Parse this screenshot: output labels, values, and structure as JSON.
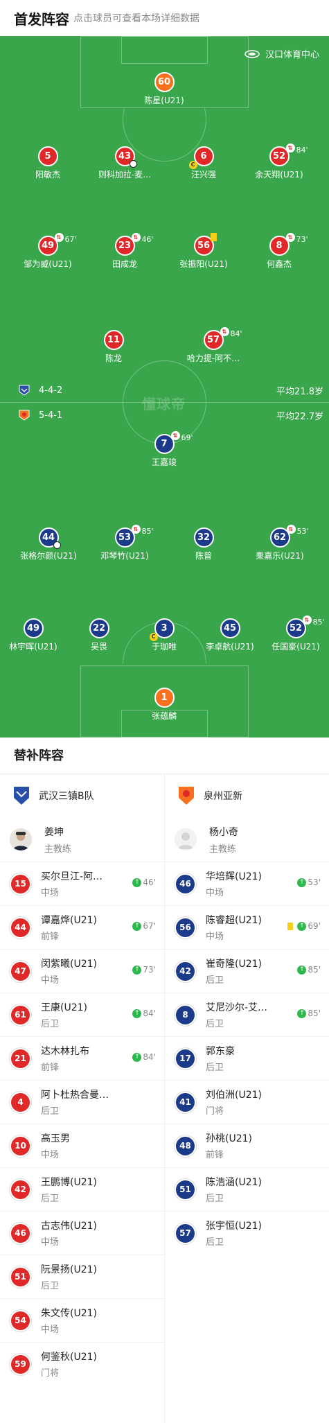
{
  "header": {
    "title": "首发阵容",
    "subtitle": "点击球员可查看本场详细数据"
  },
  "pitch": {
    "stadium": "汉口体育中心",
    "watermark": "懂球帝",
    "home_team": {
      "formation": "4-4-2",
      "avg_age": "平均21.8岁"
    },
    "away_team": {
      "formation": "5-4-1",
      "avg_age": "平均22.7岁"
    }
  },
  "home_players": [
    {
      "num": "60",
      "name": "陈星(U21)",
      "color": "orange"
    },
    {
      "num": "5",
      "name": "阳敏杰",
      "color": "red"
    },
    {
      "num": "43",
      "name": "则科加拉-麦…",
      "color": "red"
    },
    {
      "num": "6",
      "name": "汪兴强",
      "color": "red"
    },
    {
      "num": "52",
      "name": "余天翔(U21)",
      "color": "red",
      "sub_min": "84'"
    },
    {
      "num": "49",
      "name": "邹为威(U21)",
      "color": "red",
      "sub_min": "67'"
    },
    {
      "num": "23",
      "name": "田成龙",
      "color": "red",
      "sub_min": "46'"
    },
    {
      "num": "56",
      "name": "张振阳(U21)",
      "color": "red"
    },
    {
      "num": "8",
      "name": "何鑫杰",
      "color": "red",
      "sub_min": "73'"
    },
    {
      "num": "11",
      "name": "陈龙",
      "color": "red"
    },
    {
      "num": "57",
      "name": "哈力提-阿不…",
      "color": "red",
      "sub_min": "84'"
    }
  ],
  "away_players": [
    {
      "num": "7",
      "name": "王嘉竣",
      "color": "blue",
      "sub_min": "69'"
    },
    {
      "num": "44",
      "name": "张格尔颜(U21)",
      "color": "blue"
    },
    {
      "num": "53",
      "name": "邓琴竹(U21)",
      "color": "blue",
      "sub_min": "85'"
    },
    {
      "num": "32",
      "name": "陈普",
      "color": "blue"
    },
    {
      "num": "62",
      "name": "栗嘉乐(U21)",
      "color": "blue",
      "sub_min": "53'"
    },
    {
      "num": "49",
      "name": "林宇晖(U21)",
      "color": "blue"
    },
    {
      "num": "22",
      "name": "吴畏",
      "color": "blue"
    },
    {
      "num": "3",
      "name": "于珈唯",
      "color": "blue"
    },
    {
      "num": "45",
      "name": "李卓航(U21)",
      "color": "blue"
    },
    {
      "num": "52",
      "name": "任国豪(U21)",
      "color": "blue",
      "sub_min": "85'"
    },
    {
      "num": "1",
      "name": "张蕴麟",
      "color": "orange"
    }
  ],
  "subs": {
    "title": "替补阵容",
    "home": {
      "team": "武汉三镇B队",
      "coach": {
        "name": "姜坤",
        "role": "主教练"
      },
      "players": [
        {
          "num": "15",
          "name": "买尔旦江-阿…",
          "pos": "中场",
          "in": "46'"
        },
        {
          "num": "44",
          "name": "谭嘉烨(U21)",
          "pos": "前锋",
          "in": "67'"
        },
        {
          "num": "47",
          "name": "闵紫曦(U21)",
          "pos": "中场",
          "in": "73'"
        },
        {
          "num": "61",
          "name": "王康(U21)",
          "pos": "后卫",
          "in": "84'"
        },
        {
          "num": "21",
          "name": "达木林扎布",
          "pos": "前锋",
          "in": "84'"
        },
        {
          "num": "4",
          "name": "阿卜杜热合曼…",
          "pos": "后卫"
        },
        {
          "num": "10",
          "name": "高玉男",
          "pos": "中场"
        },
        {
          "num": "42",
          "name": "王鹏博(U21)",
          "pos": "后卫"
        },
        {
          "num": "46",
          "name": "古志伟(U21)",
          "pos": "中场"
        },
        {
          "num": "51",
          "name": "阮景扬(U21)",
          "pos": "后卫"
        },
        {
          "num": "54",
          "name": "朱文传(U21)",
          "pos": "中场"
        },
        {
          "num": "59",
          "name": "何鉴秋(U21)",
          "pos": "门将"
        }
      ]
    },
    "away": {
      "team": "泉州亚新",
      "coach": {
        "name": "杨小奇",
        "role": "主教练"
      },
      "players": [
        {
          "num": "46",
          "name": "华培辉(U21)",
          "pos": "中场",
          "in": "53'"
        },
        {
          "num": "56",
          "name": "陈睿超(U21)",
          "pos": "中场",
          "in": "69'"
        },
        {
          "num": "42",
          "name": "崔奇隆(U21)",
          "pos": "后卫",
          "in": "85'"
        },
        {
          "num": "8",
          "name": "艾尼沙尔-艾…",
          "pos": "后卫",
          "in": "85'"
        },
        {
          "num": "17",
          "name": "郭东豪",
          "pos": "后卫"
        },
        {
          "num": "41",
          "name": "刘伯洲(U21)",
          "pos": "门将"
        },
        {
          "num": "48",
          "name": "孙桃(U21)",
          "pos": "前锋"
        },
        {
          "num": "51",
          "name": "陈浩涵(U21)",
          "pos": "后卫"
        },
        {
          "num": "57",
          "name": "张宇恒(U21)",
          "pos": "后卫"
        }
      ]
    }
  },
  "colors": {
    "pitch": "#3aa64c",
    "home": "#e02828",
    "away": "#1c3a8a",
    "keeper": "#f7701e",
    "sub_in": "#2db84d"
  }
}
